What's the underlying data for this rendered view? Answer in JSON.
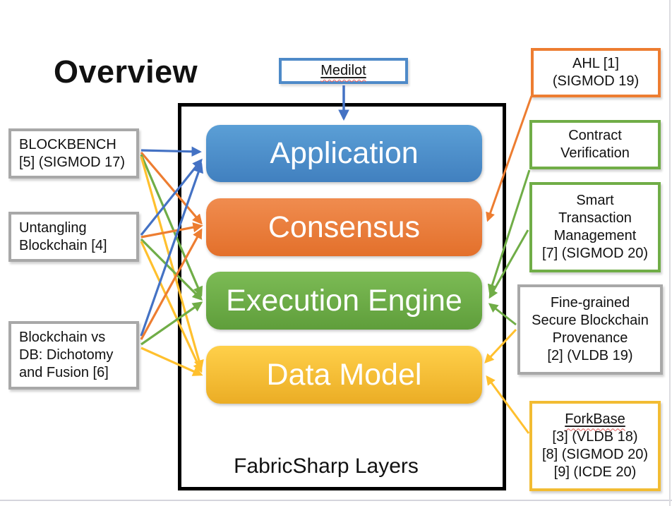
{
  "slide": {
    "title": "Overview",
    "medilot": {
      "label": "Medilot"
    },
    "fabricsharp_label": "FabricSharp Layers",
    "layers": [
      {
        "id": "application",
        "label": "Application"
      },
      {
        "id": "consensus",
        "label": "Consensus"
      },
      {
        "id": "execution-engine",
        "label": "Execution Engine"
      },
      {
        "id": "data-model",
        "label": "Data Model"
      }
    ],
    "left_boxes": [
      {
        "text": "BLOCKBENCH\n[5] (SIGMOD 17)"
      },
      {
        "text": "Untangling\nBlockchain [4]"
      },
      {
        "text": "Blockchain vs\nDB: Dichotomy\nand Fusion [6]"
      }
    ],
    "right_boxes": [
      {
        "text": "AHL [1]\n(SIGMOD 19)",
        "accent": "orange"
      },
      {
        "text": "Contract\nVerification",
        "accent": "green"
      },
      {
        "text": "Smart\nTransaction\nManagement\n[7] (SIGMOD 20)",
        "accent": "green"
      },
      {
        "text": "Fine-grained\nSecure Blockchain\nProvenance\n[2] (VLDB 19)",
        "accent": "gray"
      },
      {
        "title": "ForkBase",
        "details": "[3] (VLDB 18)\n[8] (SIGMOD 20)\n[9] (ICDE 20)",
        "accent": "yellow"
      }
    ],
    "colors": {
      "arrow_blue": "#4472C4",
      "arrow_orange": "#ED7D31",
      "arrow_green": "#70AD47",
      "arrow_yellow": "#FFC02E",
      "border_gray": "#A8A8A8",
      "border_blue": "#4E8AC8",
      "layer_blue": "#4A90D0",
      "layer_orange": "#EA7B3C",
      "layer_green": "#6EAC48",
      "layer_yellow": "#F5BF37"
    }
  }
}
